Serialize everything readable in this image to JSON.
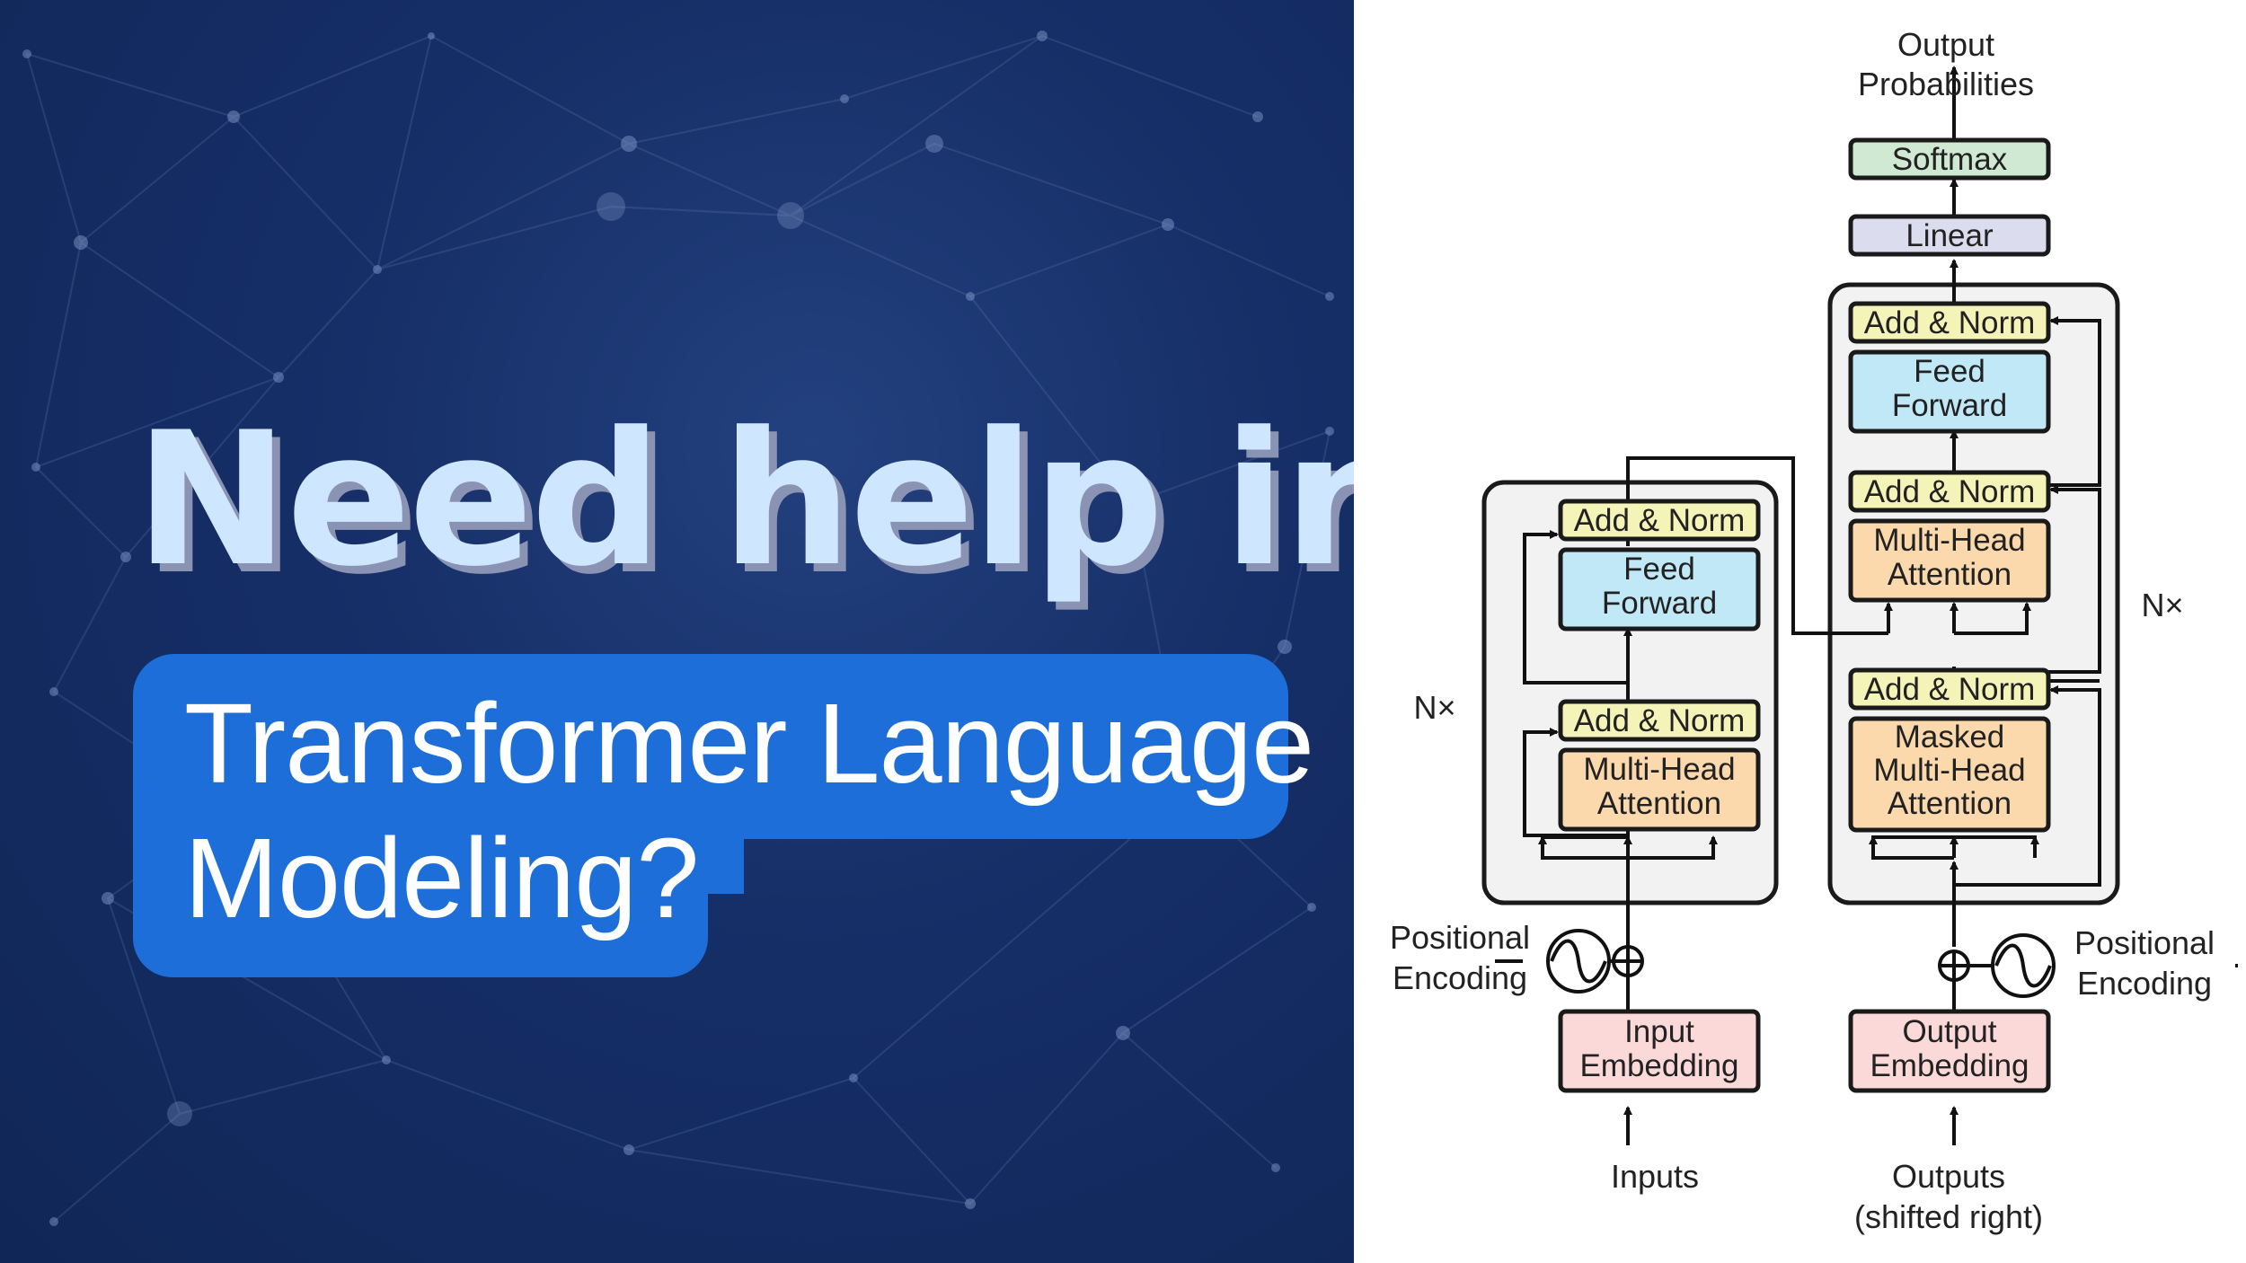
{
  "headline": "Need help in",
  "subheadline": {
    "line1": "Transformer Language",
    "line2": "Modeling?"
  },
  "colors": {
    "background": "#14285b",
    "headline": "#cfe6ff",
    "bubble": "#1d6ed8",
    "add_norm": "#f4f4b9",
    "feed_forward": "#c1e8f6",
    "attention": "#fbd9ac",
    "embedding": "#fbd9d9",
    "linear": "#dcdcef",
    "softmax": "#cfe9d3"
  },
  "diagram": {
    "output_label": {
      "line1": "Output",
      "line2": "Probabilities"
    },
    "softmax": "Softmax",
    "linear": "Linear",
    "add_norm": "Add & Norm",
    "feed_forward": {
      "line1": "Feed",
      "line2": "Forward"
    },
    "multi_head_attention": {
      "line1": "Multi-Head",
      "line2": "Attention"
    },
    "masked_attention": {
      "line1": "Masked",
      "line2": "Multi-Head",
      "line3": "Attention"
    },
    "nx": "N×",
    "positional_encoding": {
      "line1": "Positional",
      "line2": "Encoding"
    },
    "input_embedding": {
      "line1": "Input",
      "line2": "Embedding"
    },
    "output_embedding": {
      "line1": "Output",
      "line2": "Embedding"
    },
    "inputs": "Inputs",
    "outputs": {
      "line1": "Outputs",
      "line2": "(shifted right)"
    }
  }
}
